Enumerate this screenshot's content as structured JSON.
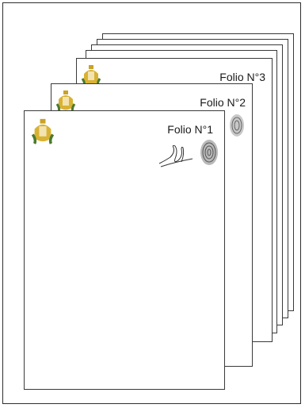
{
  "sheets": {
    "sheet_1": {
      "folio_label": "Folio N°1"
    },
    "sheet_2": {
      "folio_label": "Folio N°2"
    },
    "sheet_3": {
      "folio_label": "Folio N°3"
    }
  },
  "colors": {
    "border": "#3a3a3a",
    "seal_gold": "#d9b233",
    "seal_green": "#4a7a2e",
    "fingerprint": "#7a7a7a"
  },
  "icons": [
    "coat-of-arms-seal",
    "fingerprint-icon",
    "handwritten-signature"
  ]
}
